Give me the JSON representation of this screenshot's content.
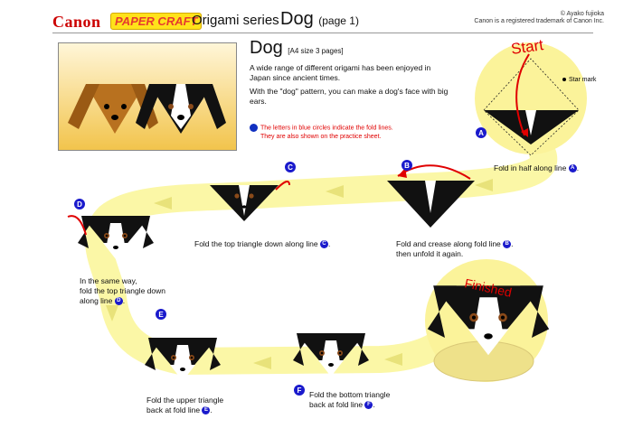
{
  "header": {
    "brand": "Canon",
    "logo_text": "PAPER CRAFT",
    "series": "Origami series",
    "title": "Dog",
    "page": "(page 1)",
    "author": "© Ayako fujioka",
    "trademark": "Canon is a registered trademark of Canon Inc."
  },
  "intro": {
    "heading": "Dog",
    "size_note": "[A4 size 3 pages]",
    "para1": "A wide range of different origami has been enjoyed in Japan since ancient times.",
    "para2": "With the \"dog\" pattern, you can make a dog's face with big ears.",
    "note_line1": "The letters in blue circles indicate the fold lines.",
    "note_line2": "They are also shown on the practice sheet."
  },
  "labels": {
    "start": "Start",
    "star_mark": "Star mark",
    "finished": "Finished"
  },
  "steps": [
    {
      "letter": "A",
      "text_before": "Fold in half along line",
      "text_after": "."
    },
    {
      "letter": "B",
      "text_before": "Fold and crease along fold line",
      "text_after": ".",
      "line2": "then unfold it again."
    },
    {
      "letter": "C",
      "text_before": "Fold the top triangle down along line",
      "text_after": "."
    },
    {
      "letter": "D",
      "line1": "In the same way,",
      "line2": "fold the top triangle down",
      "text_before": "along line",
      "text_after": "."
    },
    {
      "letter": "E",
      "line1": "Fold the upper triangle",
      "text_before": "back at fold line",
      "text_after": "."
    },
    {
      "letter": "F",
      "line1": "Fold the bottom triangle",
      "text_before": "back at fold line",
      "text_after": "."
    }
  ],
  "colors": {
    "path": "#fbf7a6",
    "fold_letter": "#1a1acc",
    "arrow": "#e00000",
    "brand": "#cc0000"
  }
}
